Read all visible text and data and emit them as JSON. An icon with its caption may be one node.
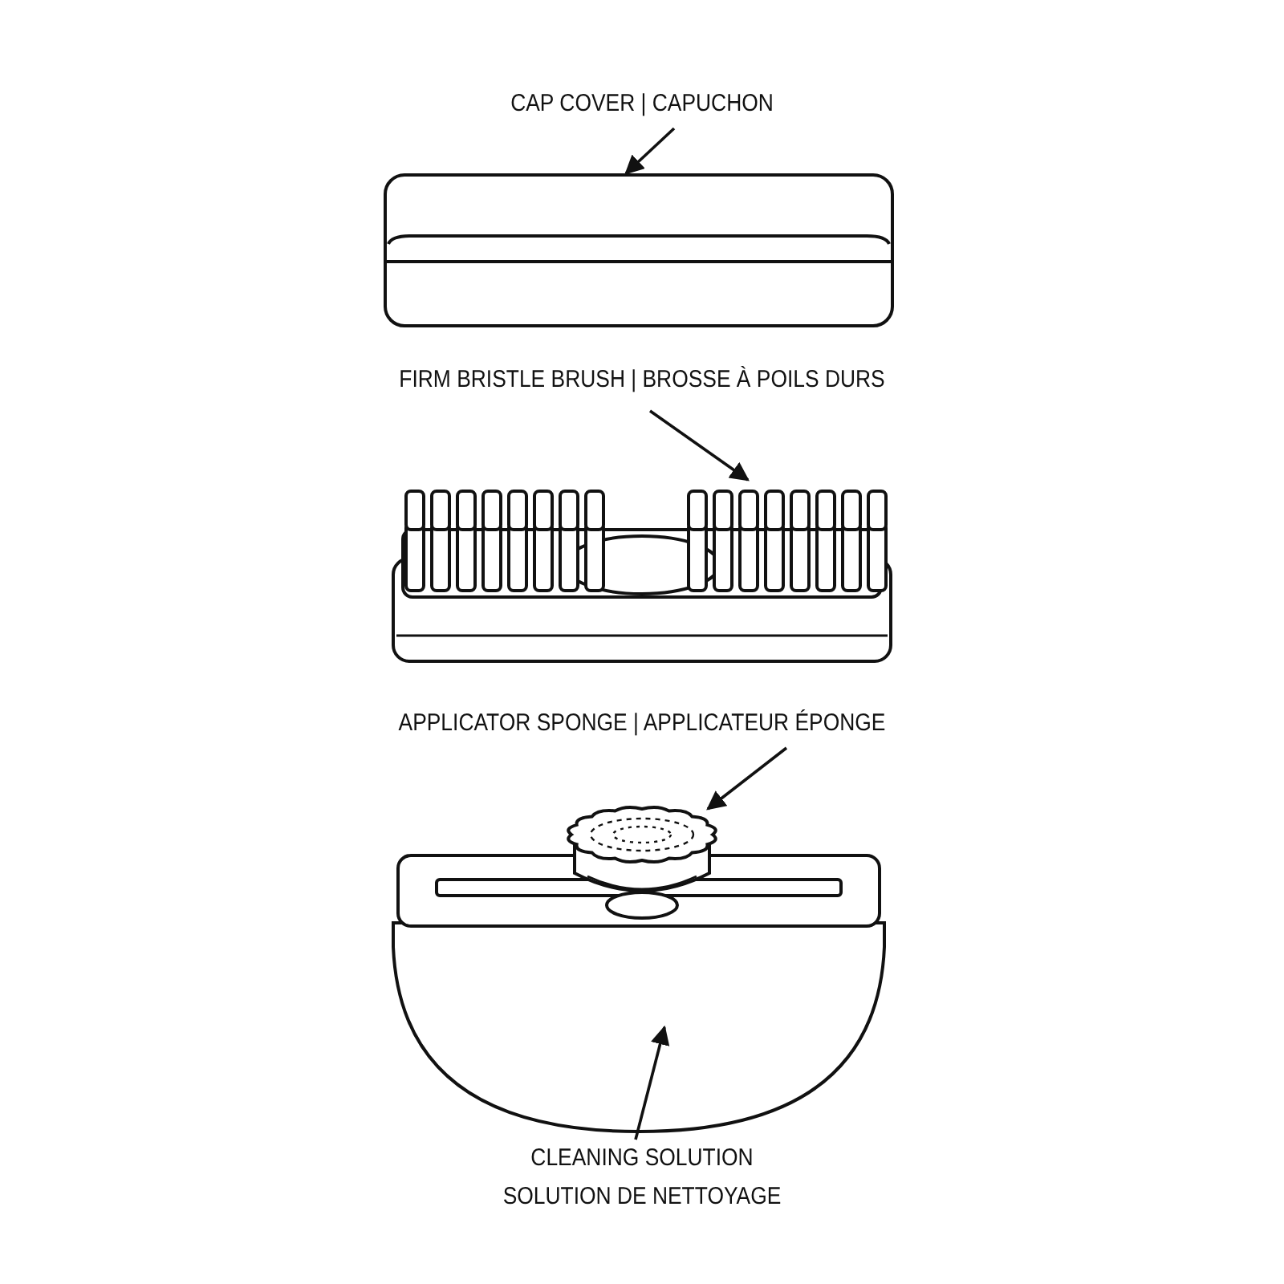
{
  "diagram": {
    "nodes": [
      {
        "text": [
          "CAP COVER | CAPUCHON"
        ]
      },
      {
        "text": [],
        "shape": "picture"
      },
      {
        "text": [
          "FIRM BRISTLE BRUSH | BROSSE À POILS DURS"
        ]
      },
      {
        "text": [],
        "shape": "picture"
      },
      {
        "text": [
          "APPLICATOR SPONGE | APPLICATEUR ÉPONGE"
        ]
      },
      {
        "text": [],
        "shape": "picture"
      },
      {
        "text": [
          "CLEANING SOLUTION SOLUTION DE NETTOYAGE"
        ]
      },
      {
        "text": [],
        "shape": "picture"
      }
    ],
    "edges": [
      {
        "from": 0,
        "to": 1,
        "arrow": "to"
      },
      {
        "from": 2,
        "to": 3,
        "arrow": "to"
      },
      {
        "from": 4,
        "to": 5,
        "arrow": "to"
      },
      {
        "from": 6,
        "to": 7,
        "arrow": "to"
      }
    ]
  }
}
